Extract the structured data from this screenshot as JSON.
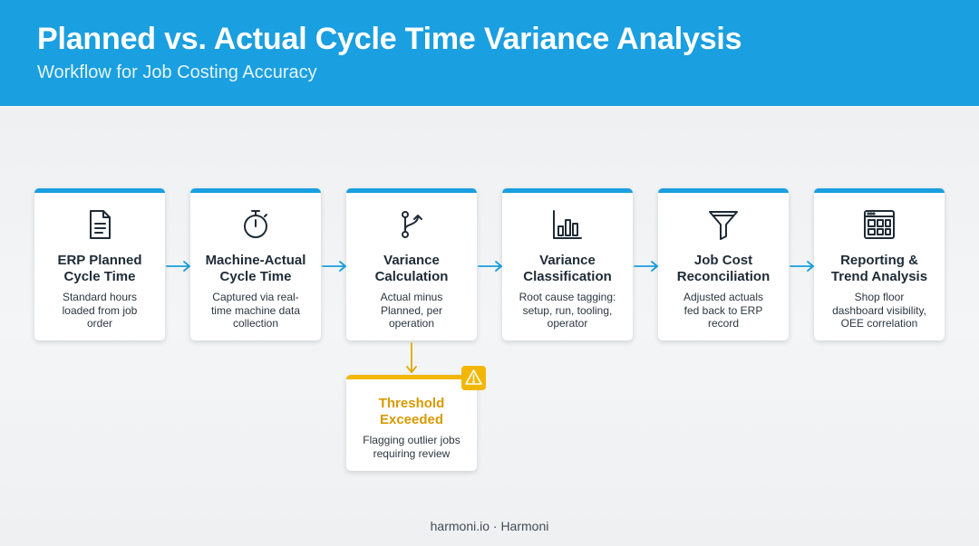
{
  "header": {
    "title": "Planned vs. Actual Cycle Time Variance Analysis",
    "subtitle": "Workflow for Job Costing Accuracy"
  },
  "colors": {
    "primary": "#1a9fe0",
    "warning": "#f2b705",
    "warning_text": "#d79a00"
  },
  "steps": [
    {
      "icon": "document-icon",
      "title_line1": "ERP Planned",
      "title_line2": "Cycle Time",
      "desc_line1": "Standard hours",
      "desc_line2": "loaded from job",
      "desc_line3": "order"
    },
    {
      "icon": "stopwatch-icon",
      "title_line1": "Machine-Actual",
      "title_line2": "Cycle Time",
      "desc_line1": "Captured via real-",
      "desc_line2": "time machine data",
      "desc_line3": "collection"
    },
    {
      "icon": "branch-icon",
      "title_line1": "Variance",
      "title_line2": "Calculation",
      "desc_line1": "Actual minus",
      "desc_line2": "Planned, per",
      "desc_line3": "operation"
    },
    {
      "icon": "bar-chart-icon",
      "title_line1": "Variance",
      "title_line2": "Classification",
      "desc_line1": "Root cause tagging:",
      "desc_line2": "setup, run, tooling,",
      "desc_line3": "operator"
    },
    {
      "icon": "funnel-icon",
      "title_line1": "Job Cost",
      "title_line2": "Reconciliation",
      "desc_line1": "Adjusted actuals",
      "desc_line2": "fed back to ERP",
      "desc_line3": "record"
    },
    {
      "icon": "dashboard-icon",
      "title_line1": "Reporting &",
      "title_line2": "Trend Analysis",
      "desc_line1": "Shop floor",
      "desc_line2": "dashboard visibility,",
      "desc_line3": "OEE correlation"
    }
  ],
  "alert": {
    "icon": "warning-icon",
    "title_line1": "Threshold",
    "title_line2": "Exceeded",
    "desc_line1": "Flagging outlier jobs",
    "desc_line2": "requiring review"
  },
  "footer": {
    "text": "harmoni.io · Harmoni"
  }
}
